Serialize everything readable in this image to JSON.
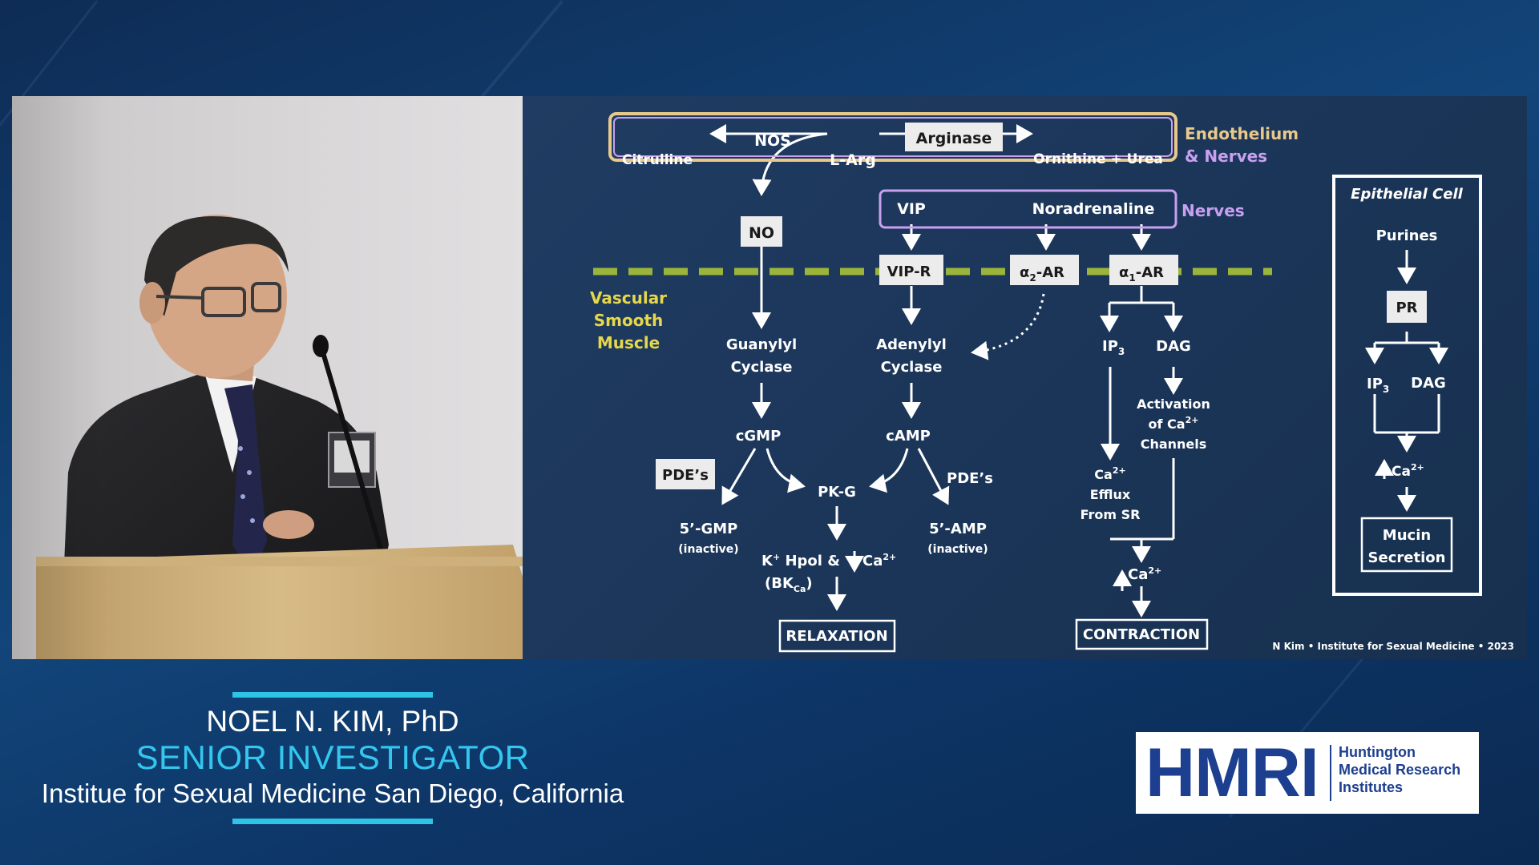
{
  "lower_third": {
    "name": "NOEL N. KIM, PhD",
    "title": "SENIOR INVESTIGATOR",
    "affiliation": "Institue for Sexual Medicine San Diego, California"
  },
  "logo": {
    "mark": "HMRI",
    "line1": "Huntington",
    "line2": "Medical Research",
    "line3": "Institutes"
  },
  "colors": {
    "accent_cyan": "#34c6ee",
    "logo_blue": "#1d3f8f",
    "membrane_green": "#9bb53a",
    "endothelium_gold": "#e8c98a",
    "nerves_lavender": "#c8a0f0",
    "vsm_yellow": "#e6d84a"
  },
  "slide": {
    "labels": {
      "endothelium_line1": "Endothelium",
      "endothelium_line2": "& Nerves",
      "nerves": "Nerves",
      "vsm_line1": "Vascular",
      "vsm_line2": "Smooth",
      "vsm_line3": "Muscle"
    },
    "nodes": {
      "arginase": "Arginase",
      "nos": "NOS",
      "citrulline": "Citrulline",
      "l_arg": "L-Arg",
      "ornithine_urea": "Ornithine + Urea",
      "no": "NO",
      "vip": "VIP",
      "noradrenaline": "Noradrenaline",
      "vip_r": "VIP-R",
      "a2_ar_alpha": "α",
      "a2_ar_sub": "2",
      "a2_ar_rest": "-AR",
      "a1_ar_alpha": "α",
      "a1_ar_sub": "1",
      "a1_ar_rest": "-AR",
      "guanylyl_1": "Guanylyl",
      "guanylyl_2": "Cyclase",
      "adenylyl_1": "Adenylyl",
      "adenylyl_2": "Cyclase",
      "ip3": "IP",
      "ip3_sub": "3",
      "dag": "DAG",
      "activation_1": "Activation",
      "activation_2": "of  Ca",
      "activation_sup": "2+",
      "activation_3": "Channels",
      "cgmp": "cGMP",
      "camp": "cAMP",
      "pdes_left": "PDE’s",
      "pdes_right": "PDE’s",
      "pkg": "PK-G",
      "gmp5": "5’-GMP",
      "gmp5_note": "(inactive)",
      "amp5": "5’-AMP",
      "amp5_note": "(inactive)",
      "kpol_k": "K",
      "kpol_sup": "+",
      "kpol_rest": " Hpol &",
      "kpol_ca": "Ca",
      "kpol_ca_sup": "2+",
      "bk_open": "(BK",
      "bk_sub": "Ca",
      "bk_close": ")",
      "ca_efflux_1": "Ca",
      "ca_efflux_sup": "2+",
      "ca_efflux_2": "Efflux",
      "ca_efflux_3": "From SR",
      "ca_up": "Ca",
      "ca_up_sup": "2+",
      "relaxation": "RELAXATION",
      "contraction": "CONTRACTION"
    },
    "epithelial": {
      "title": "Epithelial Cell",
      "purines": "Purines",
      "pr": "PR",
      "ip3": "IP",
      "ip3_sub": "3",
      "dag": "DAG",
      "ca": "Ca",
      "ca_sup": "2+",
      "mucin_1": "Mucin",
      "mucin_2": "Secretion"
    },
    "credit": "N Kim • Institute for Sexual Medicine • 2023"
  }
}
